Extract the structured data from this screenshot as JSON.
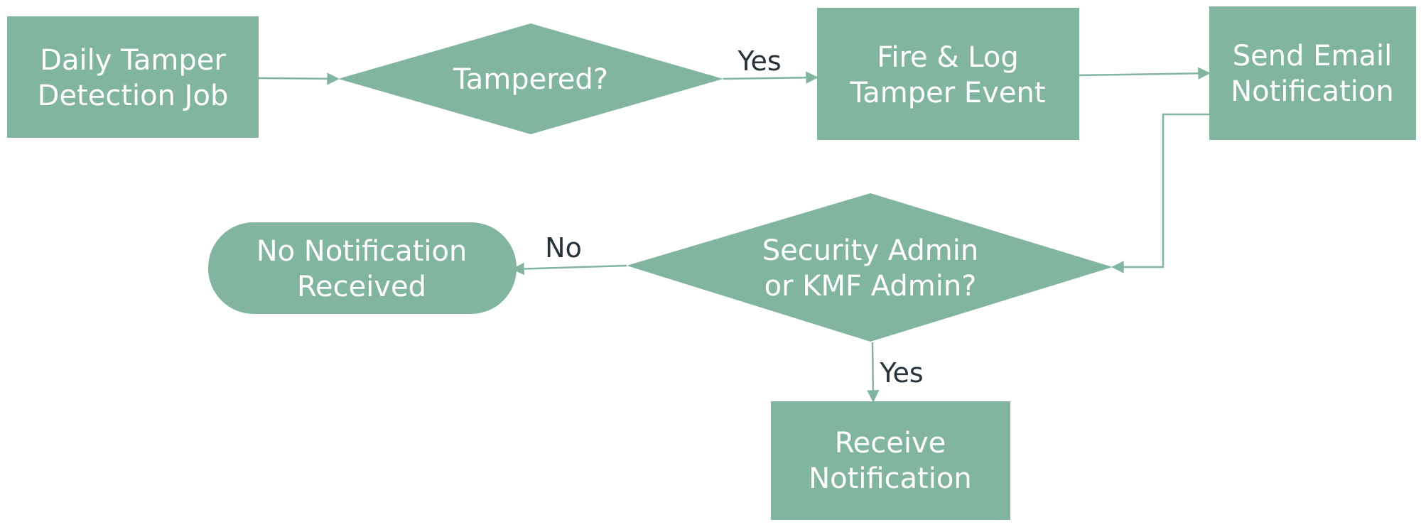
{
  "colors": {
    "node_fill": "#82b5a0",
    "node_text": "#ffffff",
    "edge": "#82b5a0",
    "edge_label": "#263238",
    "background": "#ffffff"
  },
  "nodes": {
    "daily_job": {
      "line1": "Daily Tamper",
      "line2": "Detection Job"
    },
    "tampered": {
      "line1": "Tampered?"
    },
    "fire_log": {
      "line1": "Fire & Log",
      "line2": "Tamper Event"
    },
    "send_email": {
      "line1": "Send Email",
      "line2": "Notification"
    },
    "admin_check": {
      "line1": "Security Admin",
      "line2": "or KMF Admin?"
    },
    "no_notification": {
      "line1": "No Notification",
      "line2": "Received"
    },
    "receive": {
      "line1": "Receive",
      "line2": "Notification"
    }
  },
  "edge_labels": {
    "tampered_yes": "Yes",
    "admin_no": "No",
    "admin_yes": "Yes"
  }
}
